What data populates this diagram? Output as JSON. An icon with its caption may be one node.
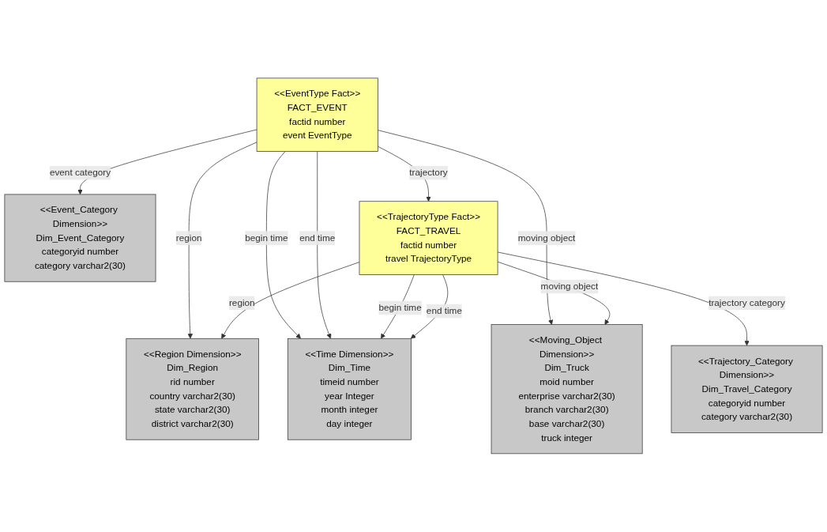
{
  "diagram": {
    "nodes": [
      {
        "text": [
          "<<Event_Category Dimension>>",
          "Dim_Event_Category",
          "categoryid number",
          "category varchar2(30)"
        ]
      },
      {
        "text": [
          "<<Region Dimension>>",
          "Dim_Region",
          "rid number",
          "country varchar2(30)",
          "state varchar2(30)",
          "district varchar2(30)"
        ]
      },
      {
        "text": [
          "<<EventType Fact>>",
          "FACT_EVENT",
          "factid number",
          "event EventType"
        ]
      },
      {
        "text": [
          "<<Moving_Object Dimension>>",
          "Dim_Truck",
          "moid number",
          "enterprise varchar2(30)",
          "branch varchar2(30)",
          "base varchar2(30)",
          "truck integer"
        ]
      },
      {
        "text": [
          "<<TrajectoryType Fact>>",
          "FACT_TRAVEL",
          "factid number",
          "travel TrajectoryType"
        ]
      },
      {
        "text": [
          "<<Time Dimension>>",
          "Dim_Time",
          "timeid number",
          "year Integer",
          "month integer",
          "day integer"
        ]
      },
      {
        "text": [
          "<<Trajectory_Category Dimension>>",
          "Dim_Travel_Category",
          "categoryid number",
          "category varchar2(30)"
        ]
      }
    ],
    "edges": [
      {
        "from": 2,
        "to": 0,
        "arrow": "to",
        "label": "event category"
      },
      {
        "from": 2,
        "to": 1,
        "arrow": "to",
        "label": "region"
      },
      {
        "from": 2,
        "to": 5,
        "arrow": "to",
        "label": "begin time"
      },
      {
        "from": 2,
        "to": 5,
        "arrow": "to",
        "label": "end time"
      },
      {
        "from": 2,
        "to": 4,
        "arrow": "to",
        "label": "trajectory"
      },
      {
        "from": 2,
        "to": 3,
        "arrow": "to",
        "label": "moving object"
      },
      {
        "from": 4,
        "to": 1,
        "arrow": "to",
        "label": "region"
      },
      {
        "from": 4,
        "to": 3,
        "arrow": "to",
        "label": "moving object"
      },
      {
        "from": 4,
        "to": 5,
        "arrow": "to",
        "label": "begin time"
      },
      {
        "from": 4,
        "to": 5,
        "arrow": "to",
        "label": "end time"
      },
      {
        "from": 4,
        "to": 6,
        "arrow": "to",
        "label": "trajectory category"
      }
    ]
  }
}
